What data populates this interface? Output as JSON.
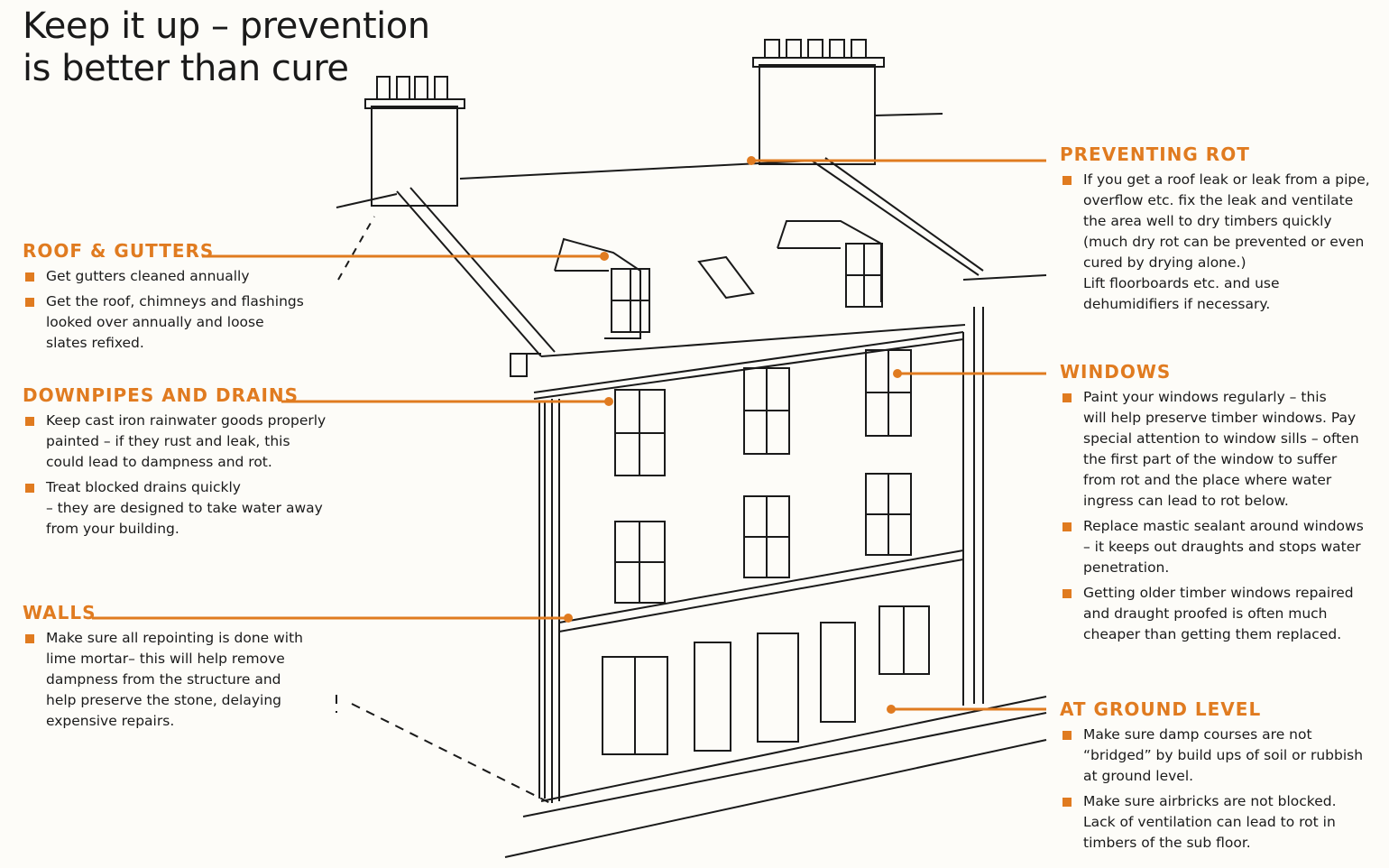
{
  "title": "Keep it up – prevention\nis better than cure",
  "colors": {
    "accent": "#e07b20",
    "background": "#fdfcf8"
  },
  "sections": {
    "roof": {
      "heading": "ROOF & GUTTERS",
      "items": [
        "Get gutters cleaned annually",
        "Get the roof, chimneys and flashings\nlooked over annually and loose\nslates refixed."
      ]
    },
    "downpipes": {
      "heading": "DOWNPIPES AND DRAINS",
      "items": [
        "Keep cast iron rainwater goods properly\npainted – if they rust and leak, this\ncould lead to dampness and rot.",
        "Treat blocked drains quickly\n– they are designed to take water away\nfrom your building."
      ]
    },
    "walls": {
      "heading": "WALLS",
      "items": [
        "Make sure all repointing is done with\nlime mortar– this will help remove\ndampness from the structure and\nhelp preserve the stone, delaying\nexpensive repairs."
      ]
    },
    "rot": {
      "heading": "PREVENTING ROT",
      "items": [
        "If you get a roof leak or leak from a pipe,\noverflow etc. fix the leak and ventilate\nthe area well to dry timbers quickly\n(much dry rot can be prevented or even\ncured by drying alone.)\nLift floorboards etc. and use\ndehumidifiers if necessary."
      ]
    },
    "windows": {
      "heading": "WINDOWS",
      "items": [
        "Paint your windows regularly – this\nwill help preserve timber windows. Pay\nspecial attention to window sills – often\nthe first part of the window to suffer\nfrom rot and the place where water\ningress can lead to rot below.",
        "Replace mastic sealant around windows\n– it keeps out draughts and stops water\npenetration.",
        "Getting older timber windows repaired\nand draught proofed is often much\ncheaper than getting them replaced."
      ]
    },
    "ground": {
      "heading": "AT GROUND LEVEL",
      "items": [
        "Make sure damp courses are not\n“bridged” by build ups of soil or rubbish\nat ground level.",
        "Make sure airbricks are not blocked.\nLack of ventilation can lead to rot in\ntimbers of the sub floor."
      ]
    }
  }
}
